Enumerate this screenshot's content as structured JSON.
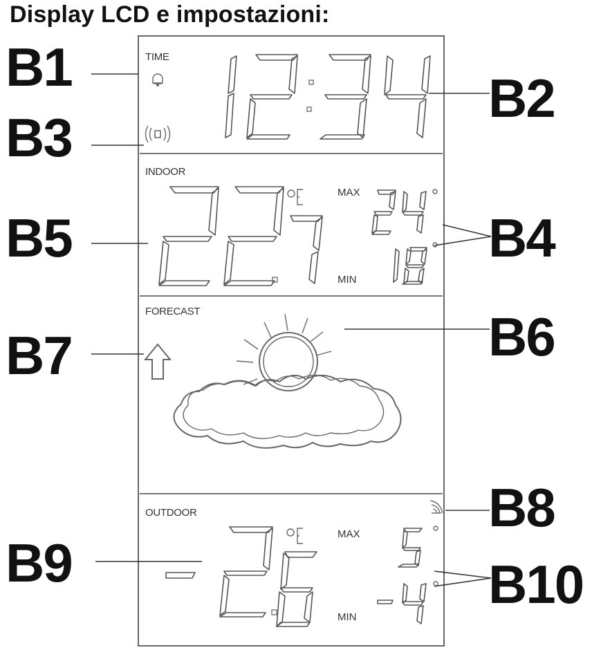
{
  "title": "Display LCD e impostazioni:",
  "callouts": {
    "b1": "B1",
    "b2": "B2",
    "b3": "B3",
    "b4": "B4",
    "b5": "B5",
    "b6": "B6",
    "b7": "B7",
    "b8": "B8",
    "b9": "B9",
    "b10": "B10"
  },
  "sections": {
    "time": {
      "label": "TIME",
      "digits": "12:34"
    },
    "indoor": {
      "label": "INDOOR",
      "temperature": "22.7",
      "unit": "°C",
      "max_label": "MAX",
      "max_value": "24°",
      "min_label": "MIN",
      "min_value": "18°"
    },
    "forecast": {
      "label": "FORECAST",
      "trend_icon": "arrow-up-icon",
      "weather_icon": "sun-behind-clouds-icon"
    },
    "outdoor": {
      "label": "OUTDOOR",
      "temperature": "-2.6",
      "unit": "°C",
      "max_label": "MAX",
      "max_value": "5°",
      "min_label": "MIN",
      "min_value": "-4°"
    }
  }
}
